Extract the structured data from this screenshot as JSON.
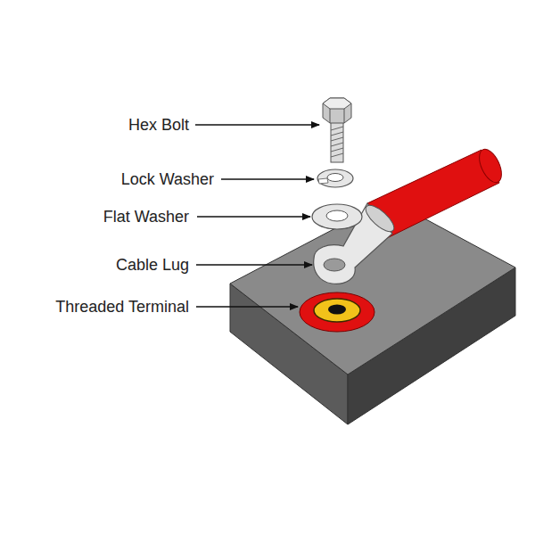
{
  "diagram": {
    "labels": [
      "Hex Bolt",
      "Lock Washer",
      "Flat Washer",
      "Cable Lug",
      "Threaded Terminal"
    ]
  }
}
